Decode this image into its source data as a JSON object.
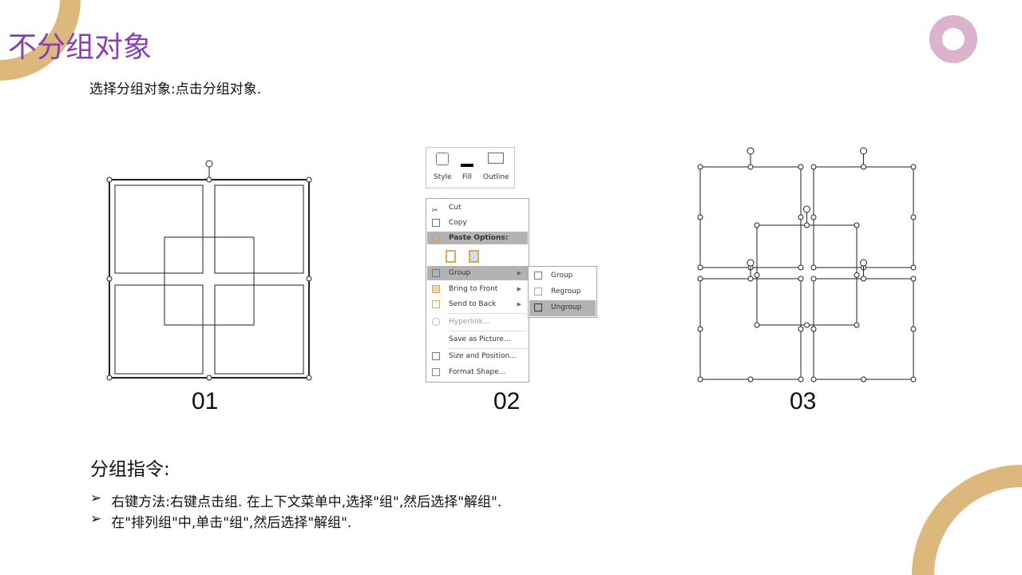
{
  "title": "不分组对象",
  "subtitle": "选择分组对象:点击分组对象.",
  "labels": [
    "01",
    "02",
    "03"
  ],
  "ribbon": {
    "style": "Style",
    "fill": "Fill",
    "outline": "Outline"
  },
  "menu": {
    "cut": "Cut",
    "copy": "Copy",
    "paste_options": "Paste Options:",
    "group": "Group",
    "bring_to_front": "Bring to Front",
    "send_to_back": "Send to Back",
    "hyperlink": "Hyperlink...",
    "save_as_picture": "Save as Picture...",
    "size_and_position": "Size and Position...",
    "format_shape": "Format Shape..."
  },
  "submenu": {
    "group": "Group",
    "regroup": "Regroup",
    "ungroup": "Ungroup"
  },
  "commands": {
    "title": "分组指令:",
    "bullets": [
      "右键方法:右键点击组. 在上下文菜单中,选择\"组\",然后选择\"解组\".",
      "在\"排列组\"中,单击\"组\",然后选择\"解组\"."
    ],
    "marker": "➢"
  },
  "colors": {
    "accent": "#8a3fb0",
    "tan": "#dcb87c",
    "pink": "#dbb3cc"
  }
}
